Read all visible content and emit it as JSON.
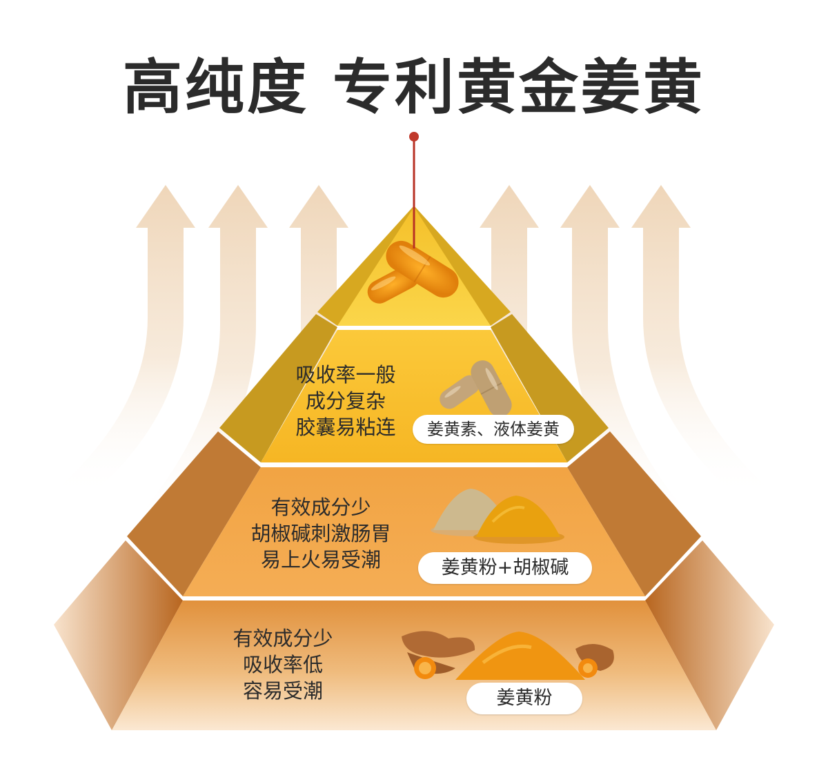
{
  "title": "高纯度 专利黄金姜黄",
  "tiers": [
    {
      "level": "top",
      "image": "turmeric-capsules"
    },
    {
      "level": "second",
      "lines": [
        "吸收率一般",
        "成分复杂",
        "胶囊易粘连"
      ],
      "label": "姜黄素、液体姜黄",
      "image": "beige-capsules"
    },
    {
      "level": "third",
      "lines": [
        "有效成分少",
        "胡椒碱刺激肠胃",
        "易上火易受潮"
      ],
      "label": "姜黄粉+胡椒碱",
      "image": "powder-piles"
    },
    {
      "level": "base",
      "lines": [
        "有效成分少",
        "吸收率低",
        "容易受潮"
      ],
      "label": "姜黄粉",
      "image": "turmeric-root-and-powder"
    }
  ],
  "colors": {
    "title": "#2b2b2b",
    "pin": "#c0392b",
    "arrow": "#efd9bf",
    "top_face": "#f7c534",
    "tier2_face": "#f6b92e",
    "tier3_face": "#f0a045",
    "base_face": "#e99a45"
  }
}
